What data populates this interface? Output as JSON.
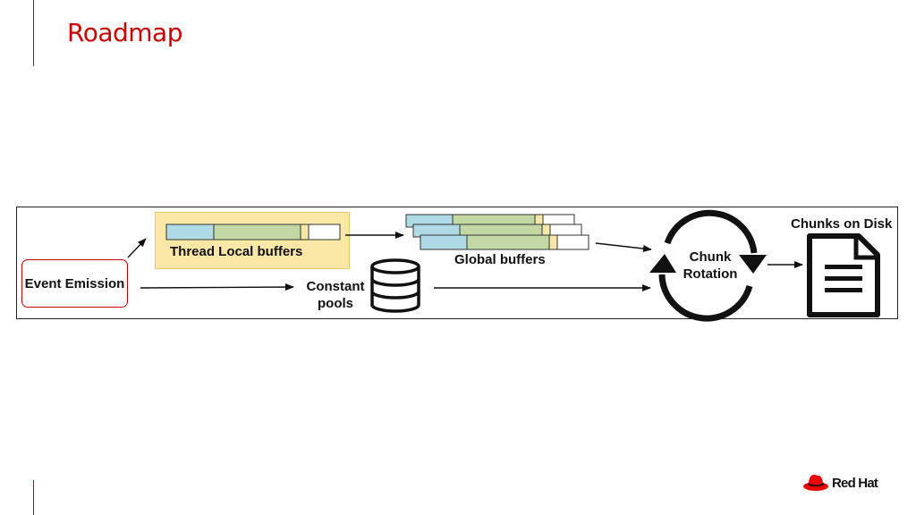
{
  "slide": {
    "title": "Roadmap"
  },
  "diagram": {
    "event_emission": "Event Emission",
    "thread_local_buffers": "Thread Local buffers",
    "global_buffers": "Global buffers",
    "constant_pools": "Constant pools",
    "chunk_rotation": "Chunk Rotation",
    "chunks_on_disk": "Chunks on Disk"
  },
  "colors": {
    "accent": "#cc0000",
    "buffer_blue": "#aedbe6",
    "buffer_green": "#c4d8a6",
    "buffer_yellow": "#f6e7a6",
    "highlight": "#fbe8a6"
  },
  "logo": {
    "text": "Red Hat",
    "icon": "red-hat-fedora-icon"
  }
}
